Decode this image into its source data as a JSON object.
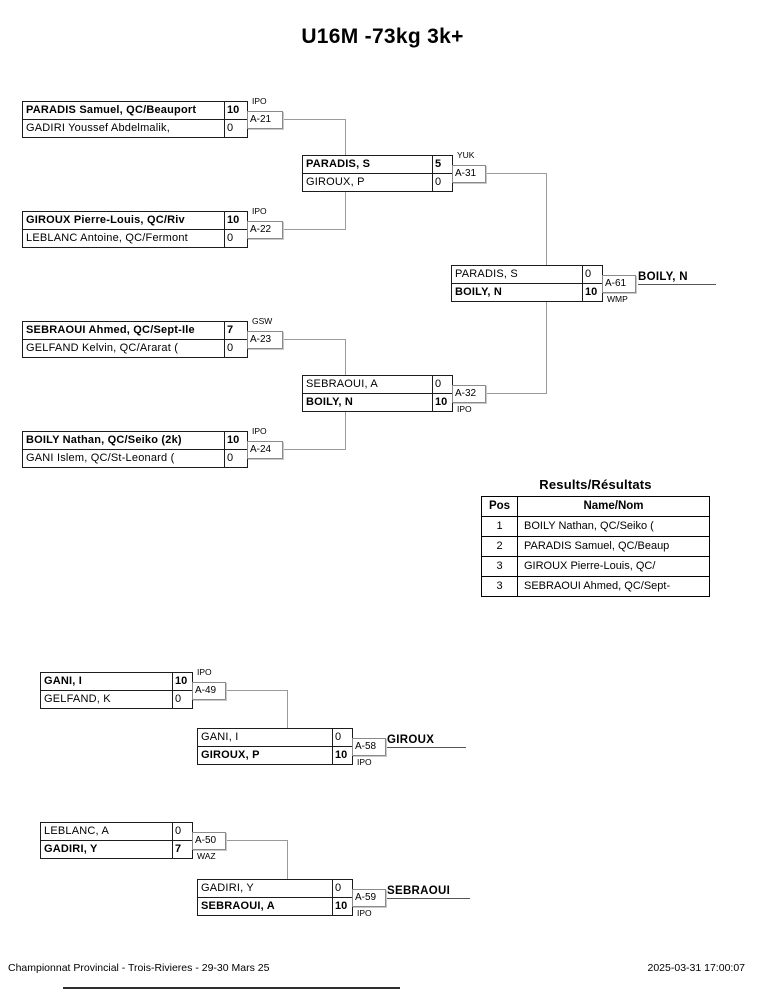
{
  "title": "U16M -73kg 3k+",
  "matches": {
    "a21": {
      "label": "A-21",
      "code": "IPO",
      "top": {
        "name": "PARADIS Samuel, QC/Beauport",
        "score": "10"
      },
      "bottom": {
        "name": "GADIRI Youssef Abdelmalik,",
        "score": "0"
      }
    },
    "a22": {
      "label": "A-22",
      "code": "IPO",
      "top": {
        "name": "GIROUX Pierre-Louis, QC/Riv",
        "score": "10"
      },
      "bottom": {
        "name": "LEBLANC Antoine, QC/Fermont",
        "score": "0"
      }
    },
    "a23": {
      "label": "A-23",
      "code": "GSW",
      "top": {
        "name": "SEBRAOUI Ahmed, QC/Sept-Ile",
        "score": "7"
      },
      "bottom": {
        "name": "GELFAND Kelvin, QC/Ararat (",
        "score": "0"
      }
    },
    "a24": {
      "label": "A-24",
      "code": "IPO",
      "top": {
        "name": "BOILY Nathan, QC/Seiko (2k)",
        "score": "10"
      },
      "bottom": {
        "name": "GANI Islem, QC/St-Leonard (",
        "score": "0"
      }
    },
    "a31": {
      "label": "A-31",
      "code": "YUK",
      "top": {
        "name": "PARADIS, S",
        "score": "5"
      },
      "bottom": {
        "name": "GIROUX, P",
        "score": "0"
      }
    },
    "a32": {
      "label": "A-32",
      "code": "IPO",
      "top": {
        "name": "SEBRAOUI, A",
        "score": "0"
      },
      "bottom": {
        "name": "BOILY, N",
        "score": "10"
      }
    },
    "a61": {
      "label": "A-61",
      "code": "WMP",
      "top": {
        "name": "PARADIS, S",
        "score": "0"
      },
      "bottom": {
        "name": "BOILY, N",
        "score": "10"
      }
    },
    "a49": {
      "label": "A-49",
      "code": "IPO",
      "top": {
        "name": "GANI, I",
        "score": "10"
      },
      "bottom": {
        "name": "GELFAND, K",
        "score": "0"
      }
    },
    "a58": {
      "label": "A-58",
      "code": "IPO",
      "top": {
        "name": "GANI, I",
        "score": "0"
      },
      "bottom": {
        "name": "GIROUX, P",
        "score": "10"
      }
    },
    "a50": {
      "label": "A-50",
      "code": "WAZ",
      "top": {
        "name": "LEBLANC, A",
        "score": "0"
      },
      "bottom": {
        "name": "GADIRI, Y",
        "score": "7"
      }
    },
    "a59": {
      "label": "A-59",
      "code": "IPO",
      "top": {
        "name": "GADIRI, Y",
        "score": "0"
      },
      "bottom": {
        "name": "SEBRAOUI, A",
        "score": "10"
      }
    }
  },
  "winners": {
    "final": "BOILY, N",
    "rep1": "GIROUX",
    "rep2": "SEBRAOUI"
  },
  "results": {
    "title": "Results/Résultats",
    "headers": {
      "pos": "Pos",
      "name": "Name/Nom"
    },
    "rows": [
      {
        "pos": "1",
        "name": "BOILY Nathan, QC/Seiko ("
      },
      {
        "pos": "2",
        "name": "PARADIS Samuel, QC/Beaup"
      },
      {
        "pos": "3",
        "name": "GIROUX Pierre-Louis, QC/"
      },
      {
        "pos": "3",
        "name": "SEBRAOUI Ahmed, QC/Sept-"
      }
    ]
  },
  "footer": {
    "left": "Championnat Provincial - Trois-Rivieres - 29-30 Mars 25",
    "right": "2025-03-31 17:00:07"
  }
}
